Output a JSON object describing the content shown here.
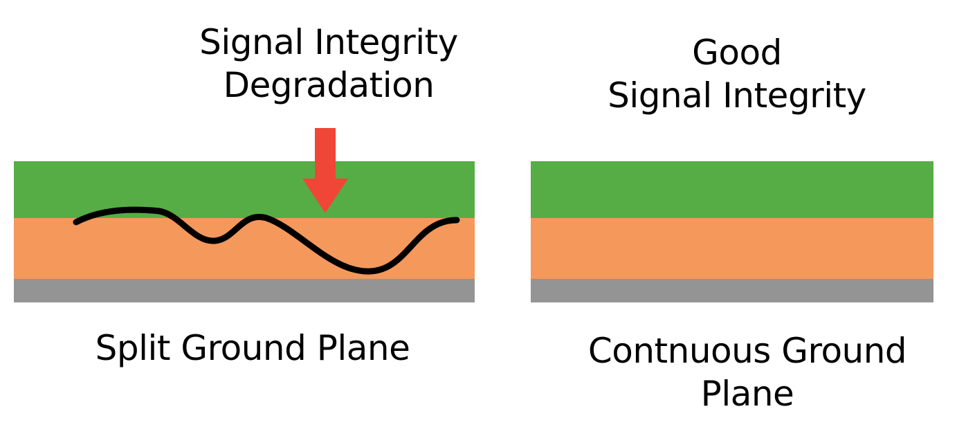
{
  "left_panel": {
    "annotation": "Signal Integrity\nDegradation",
    "caption": "Split Ground Plane",
    "layers": {
      "top_color": "#56ad45",
      "middle_color": "#f5985c",
      "bottom_color": "#949494"
    },
    "arrow_color": "#ef4637",
    "trace_color": "#000000"
  },
  "right_panel": {
    "annotation": "Good\nSignal Integrity",
    "caption": "Contnuous Ground\nPlane",
    "layers": {
      "top_color": "#56ad45",
      "middle_color": "#f5985c",
      "bottom_color": "#949494"
    }
  }
}
